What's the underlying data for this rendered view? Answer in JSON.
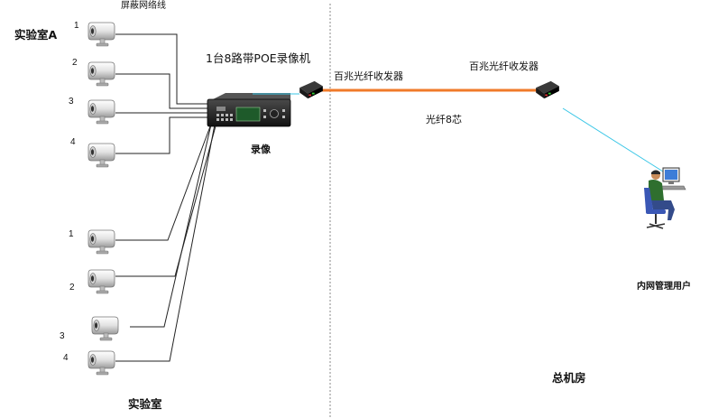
{
  "labels": {
    "shield_cable": "屏蔽网络线",
    "lab_a": "实验室A",
    "nvr_title": "1台8路带POE录像机",
    "nvr_caption": "录像",
    "transceiver_left": "百兆光纤收发器",
    "transceiver_right": "百兆光纤收发器",
    "fiber": "光纤8芯",
    "user": "内网管理用户",
    "lab_bottom": "实验室",
    "main_room": "总机房"
  },
  "cameras_top": [
    "1",
    "2",
    "3",
    "4"
  ],
  "cameras_bottom": [
    "1",
    "2",
    "3",
    "4"
  ],
  "colors": {
    "fiber_line": "#f07a2a",
    "cyan_link": "#39c6e6",
    "cable": "#222222",
    "divider": "#888888"
  },
  "icons": {
    "camera": "bullet-camera-icon",
    "nvr": "nvr-recorder-icon",
    "transceiver": "media-converter-icon",
    "user": "operator-workstation-icon"
  }
}
